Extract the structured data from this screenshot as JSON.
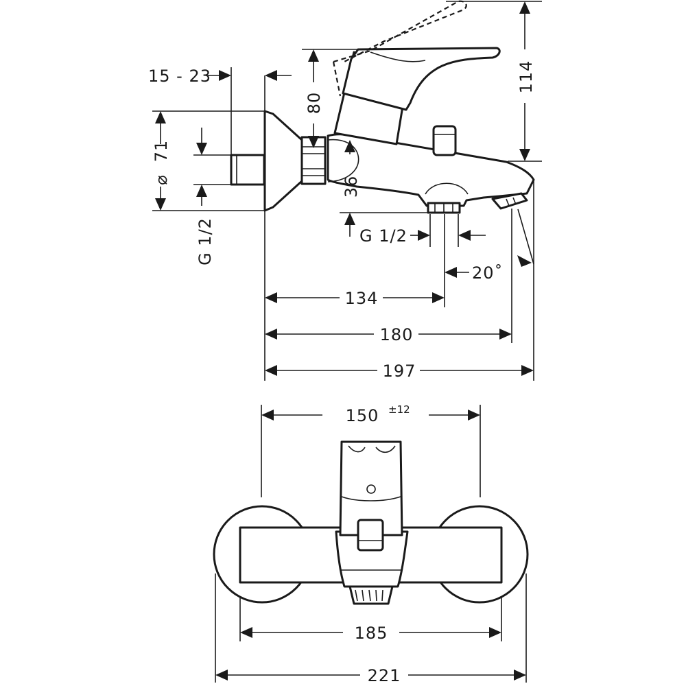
{
  "side_view": {
    "dim_wall_gap": "15 - 23",
    "dim_height_80": "80",
    "dim_height_114": "114",
    "dim_diameter": "71",
    "diameter_symbol": "⌀",
    "dim_thread_inlet": "G 1/2",
    "dim_spout_36": "36",
    "dim_thread_outlet": "G 1/2",
    "dim_angle": "20˚",
    "dim_134": "134",
    "dim_180": "180",
    "dim_197": "197"
  },
  "front_view": {
    "dim_centers": "150",
    "dim_centers_tolerance": "±12",
    "dim_185": "185",
    "dim_221": "221"
  }
}
